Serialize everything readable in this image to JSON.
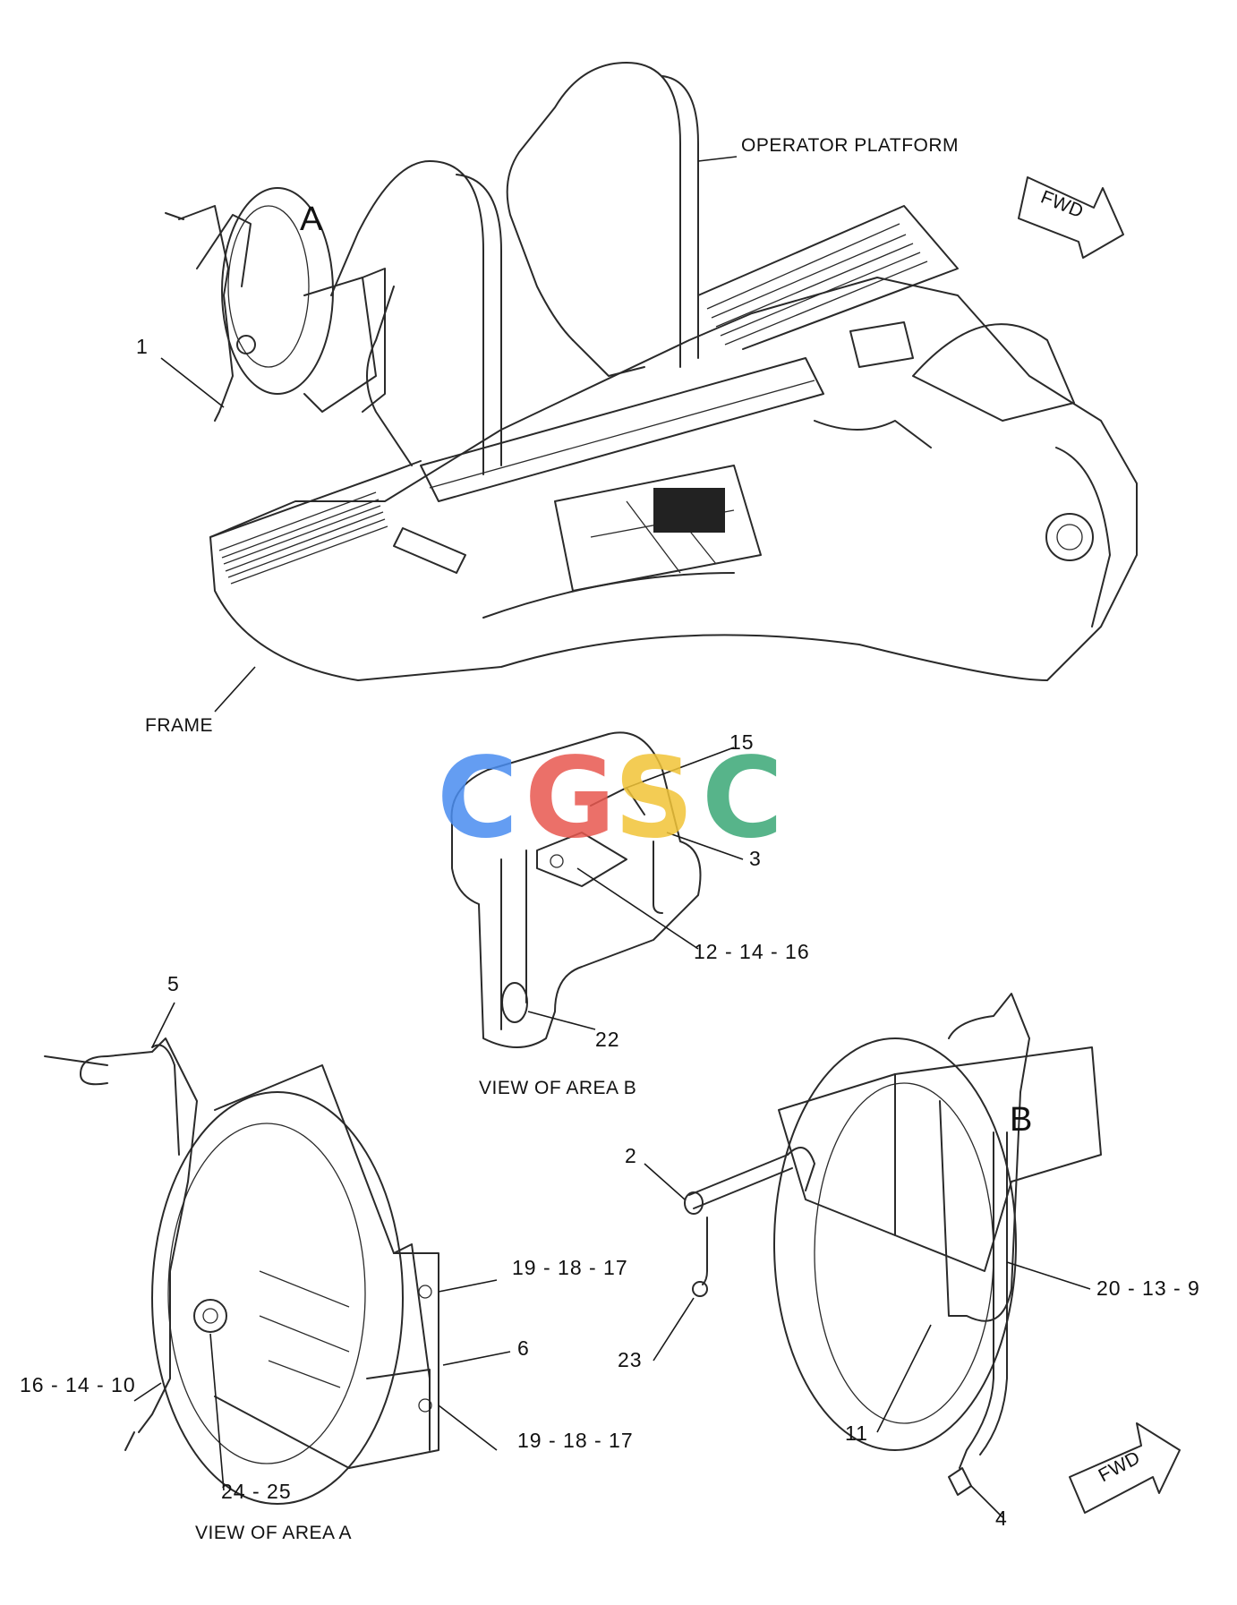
{
  "labels": {
    "operator_platform": "OPERATOR PLATFORM",
    "frame": "FRAME",
    "fwd_top": "FWD",
    "fwd_bottom": "FWD",
    "area_a_marker": "A",
    "area_b_marker": "B",
    "view_area_a": "VIEW OF AREA A",
    "view_area_b": "VIEW OF AREA B"
  },
  "callouts": {
    "c1": "1",
    "c2": "2",
    "c3": "3",
    "c4": "4",
    "c5": "5",
    "c6": "6",
    "c11": "11",
    "c15": "15",
    "c22": "22",
    "c23": "23",
    "c12_14_16": "12 - 14 - 16",
    "c16_14_10": "16 - 14 - 10",
    "c19_18_17_upper": "19 - 18 - 17",
    "c19_18_17_lower": "19 - 18 - 17",
    "c20_13_9": "20 - 13 - 9",
    "c24_25": "24 - 25"
  },
  "watermark": {
    "letters": [
      "C",
      "G",
      "S",
      "C"
    ],
    "colors": [
      "#4a8df0",
      "#e8584f",
      "#f2c437",
      "#3aa876"
    ]
  }
}
